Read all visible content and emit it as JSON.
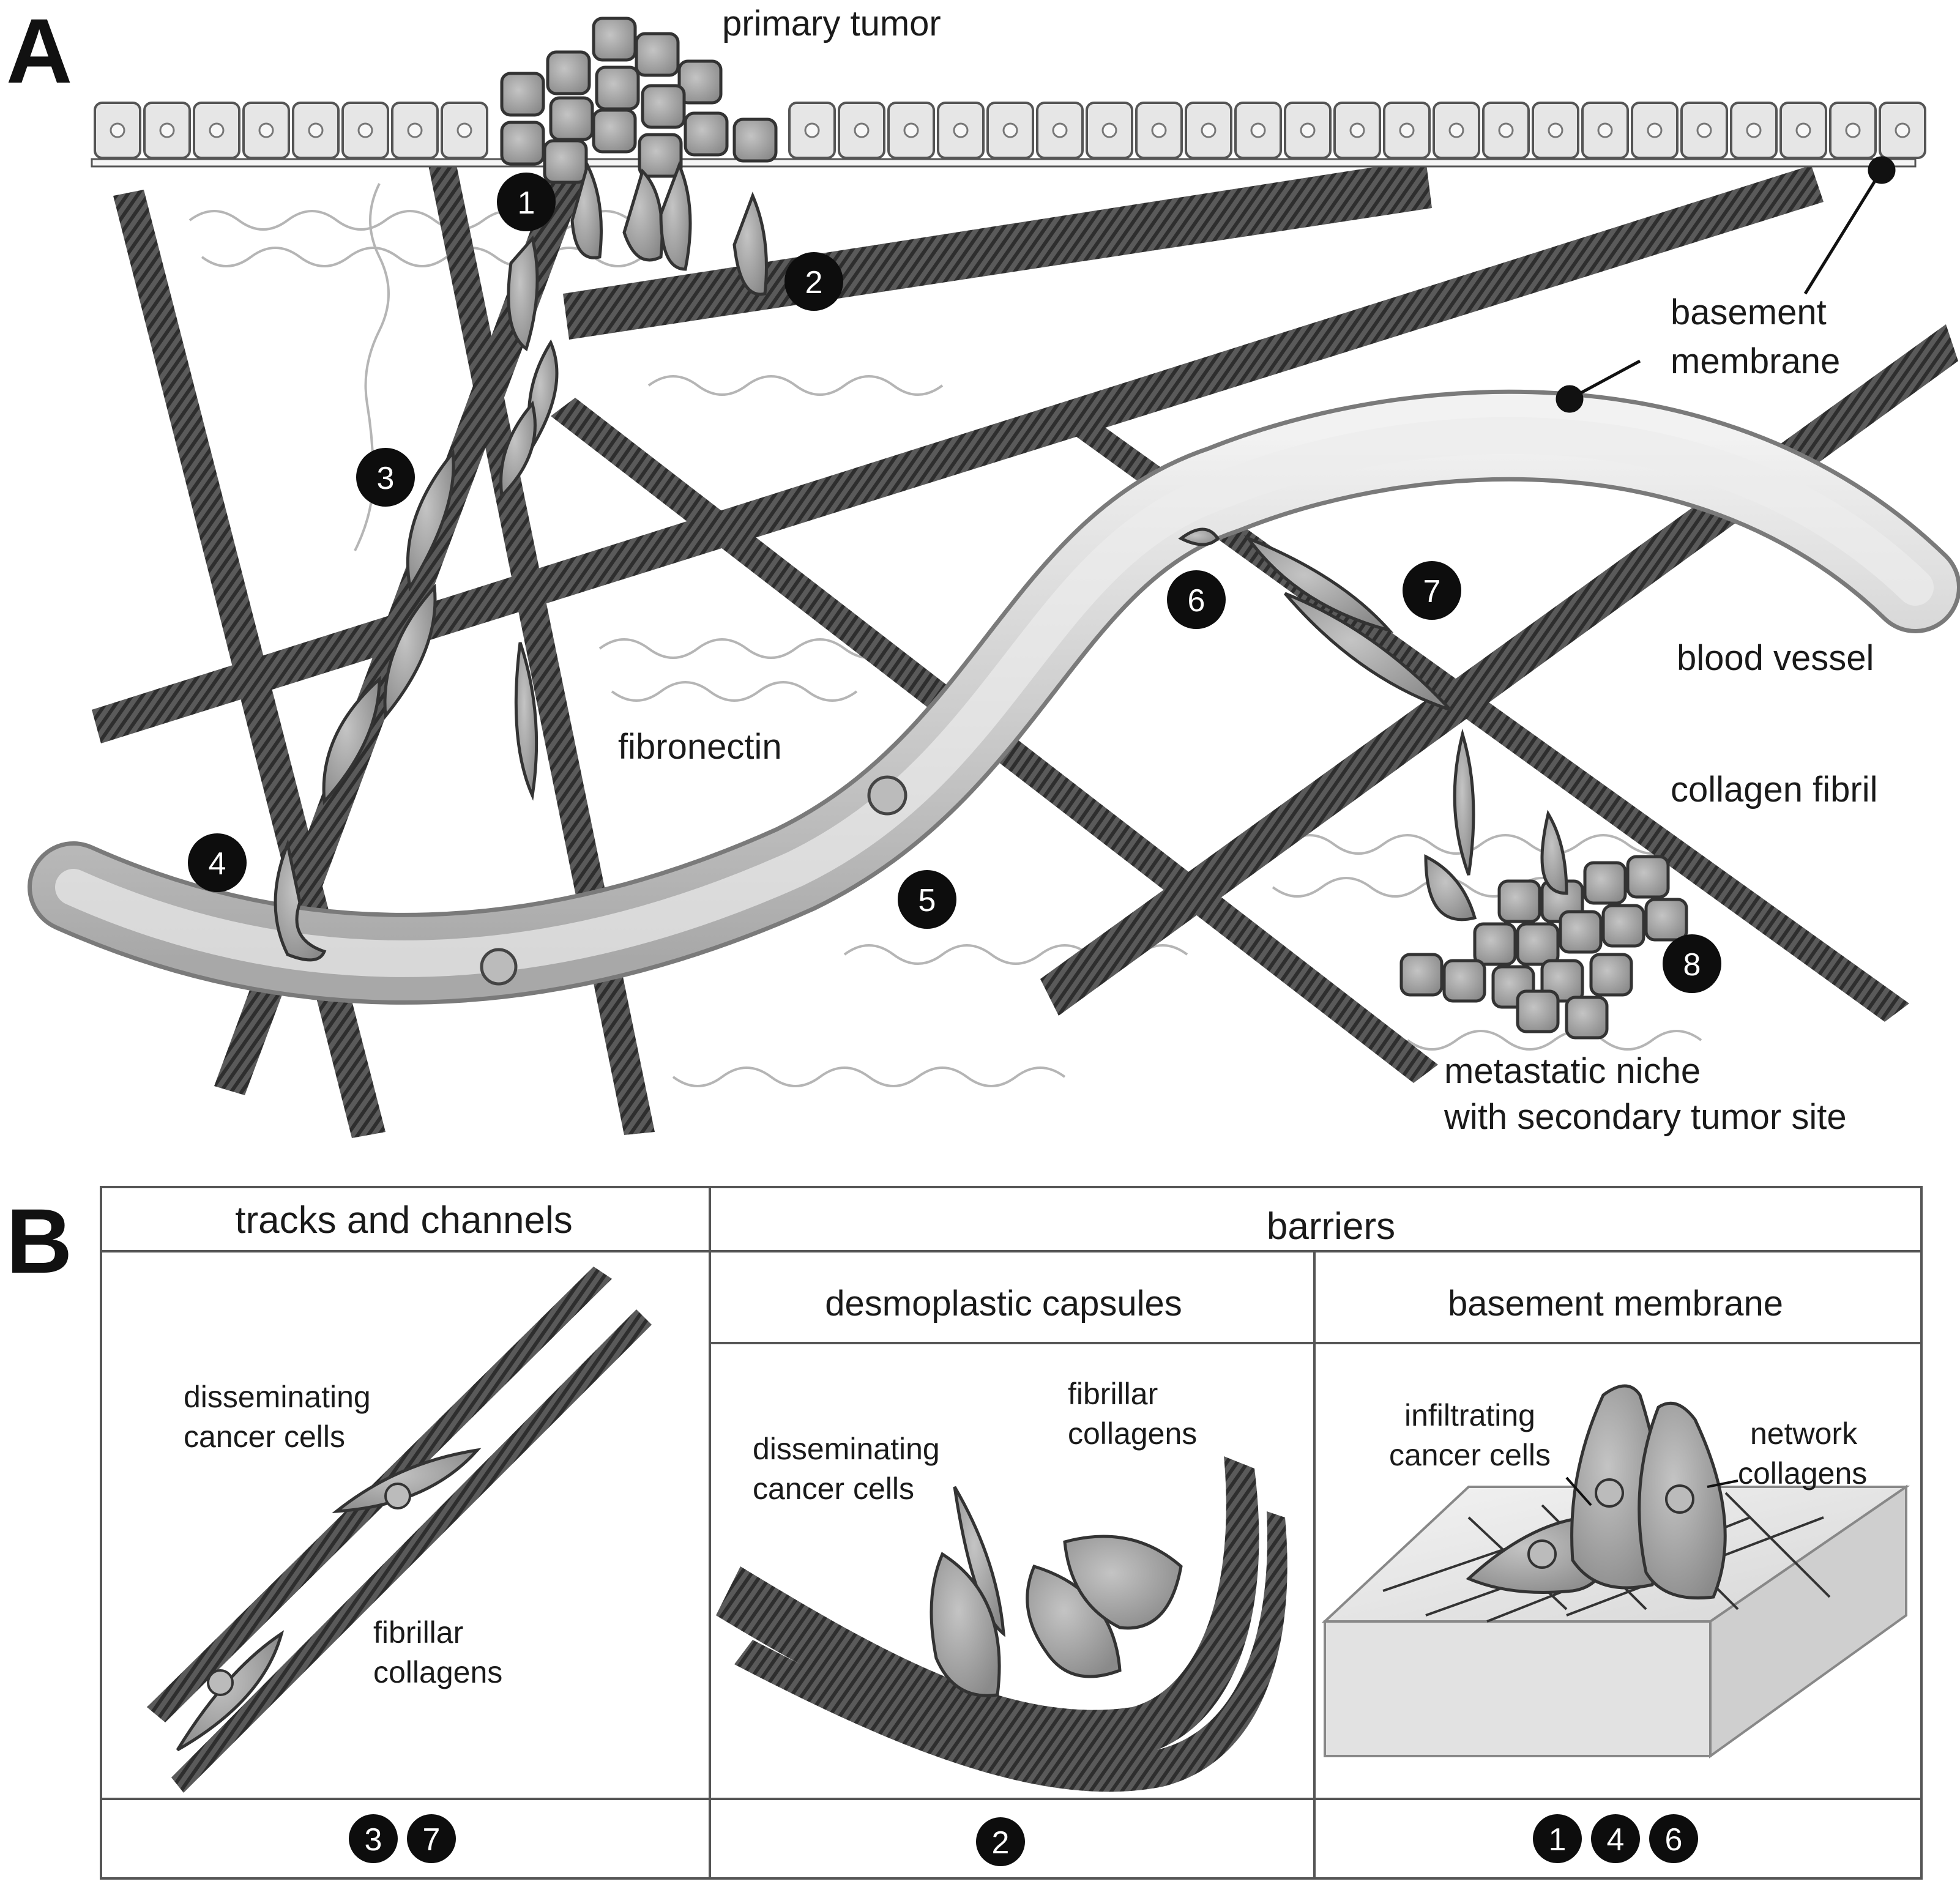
{
  "panel_a": {
    "letter": "A",
    "labels": {
      "primary_tumor": "primary tumor",
      "basement_membrane_line1": "basement",
      "basement_membrane_line2": "membrane",
      "blood_vessel": "blood vessel",
      "fibronectin": "fibronectin",
      "collagen_fibril": "collagen fibril",
      "metastatic_niche_line1": "metastatic niche",
      "metastatic_niche_line2": "with secondary tumor site"
    },
    "steps": [
      "1",
      "2",
      "3",
      "4",
      "5",
      "6",
      "7",
      "8"
    ]
  },
  "panel_b": {
    "letter": "B",
    "headers": {
      "tracks": "tracks and channels",
      "barriers": "barriers",
      "desmoplastic": "desmoplastic capsules",
      "basement": "basement membrane"
    },
    "tracks": {
      "cells_line1": "disseminating",
      "cells_line2": "cancer cells",
      "collagen_line1": "fibrillar",
      "collagen_line2": "collagens"
    },
    "desmoplastic": {
      "cells_line1": "disseminating",
      "cells_line2": "cancer cells",
      "collagen_line1": "fibrillar",
      "collagen_line2": "collagens"
    },
    "basement": {
      "cells_line1": "infiltrating",
      "cells_line2": "cancer cells",
      "collagen_line1": "network",
      "collagen_line2": "collagens"
    },
    "footer": {
      "tracks": [
        "3",
        "7"
      ],
      "desmoplastic": [
        "2"
      ],
      "basement": [
        "1",
        "4",
        "6"
      ]
    }
  },
  "colors": {
    "fibril": "#4a4a4a",
    "cell_fill": "#9a9a9a",
    "epithelium": "#e6e6e6",
    "vessel": "#d9d9d9",
    "badge": "#0d0d0d"
  }
}
